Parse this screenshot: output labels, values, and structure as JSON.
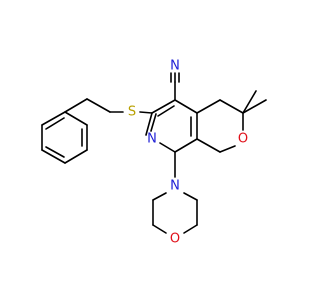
{
  "molecule": {
    "atoms": {
      "N_nitrile": "N",
      "S_thioether": "S",
      "N_pyridine": "N",
      "N_morpholine": "N",
      "O_pyran": "O",
      "O_morpholine": "O"
    },
    "colors": {
      "N": "#1F1FD6",
      "S": "#B8A000",
      "O": "#E0101A",
      "bond": "#000000",
      "background": "#FFFFFF"
    }
  }
}
